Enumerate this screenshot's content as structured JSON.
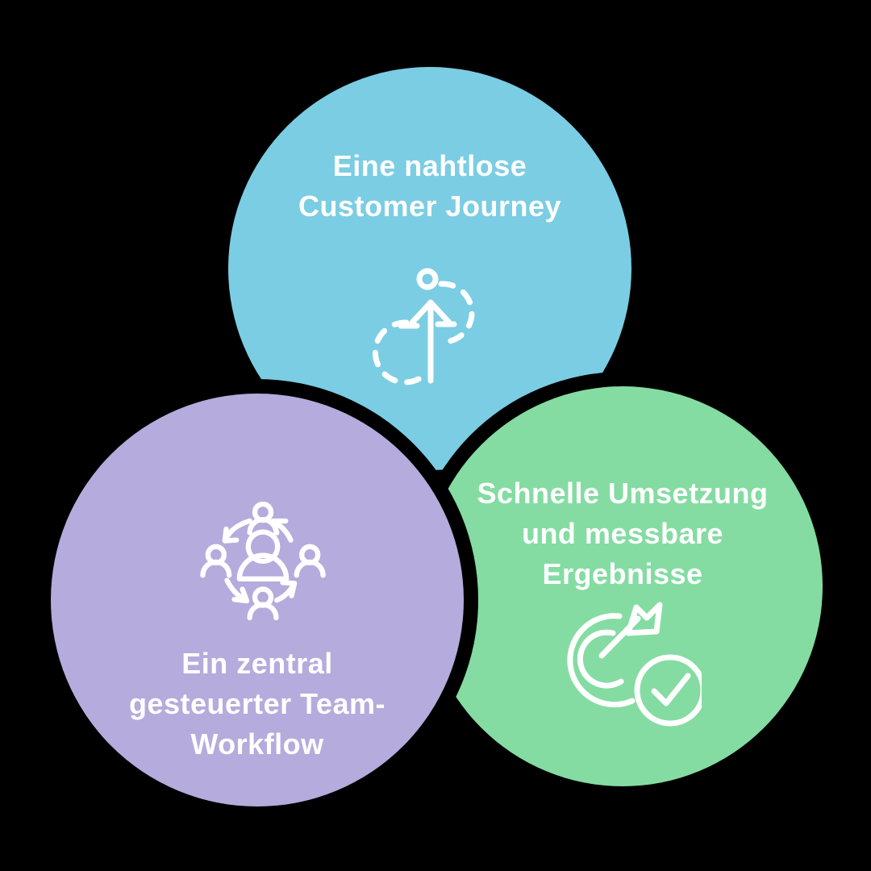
{
  "background_color": "#000000",
  "gap_color": "#000000",
  "text_color": "#ffffff",
  "icon_color": "#ffffff",
  "circles": [
    {
      "id": "customer-journey",
      "color": "#7bcde3",
      "icon": "journey-path-arrow-icon",
      "lines": [
        "Eine nahtlose",
        "Customer Journey"
      ]
    },
    {
      "id": "team-workflow",
      "color": "#b5abdc",
      "icon": "team-circulation-icon",
      "lines": [
        "Ein zentral",
        "gesteuerter Team-",
        "Workflow"
      ]
    },
    {
      "id": "fast-results",
      "color": "#84dca2",
      "icon": "target-check-icon",
      "lines": [
        "Schnelle Umsetzung",
        "und messbare",
        "Ergebnisse"
      ]
    }
  ]
}
